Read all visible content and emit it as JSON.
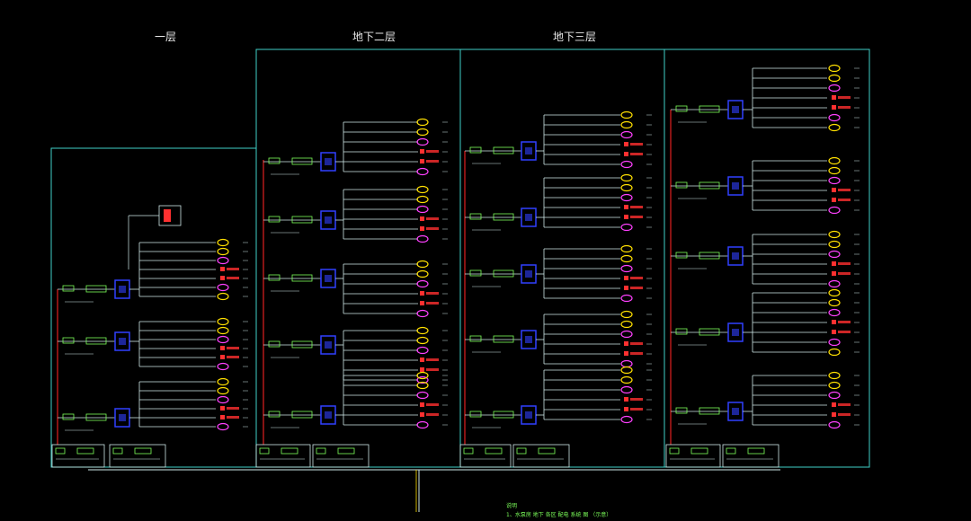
{
  "headers": {
    "floor1": "一层",
    "b2": "地下二层",
    "b3": "地下三层"
  },
  "notes": {
    "title": "说明",
    "line1": "1、水泵房 地下 各区 配电 系统 图 （示意）"
  },
  "colors": {
    "bg": "#000000",
    "frame": "#3fd0c8",
    "bus": "#e02020",
    "panel": "#3040ff",
    "line": "#cfe8e8",
    "yellow": "#ffe000",
    "magenta": "#ff40ff",
    "red": "#ff3030",
    "green": "#7CFF5A"
  }
}
